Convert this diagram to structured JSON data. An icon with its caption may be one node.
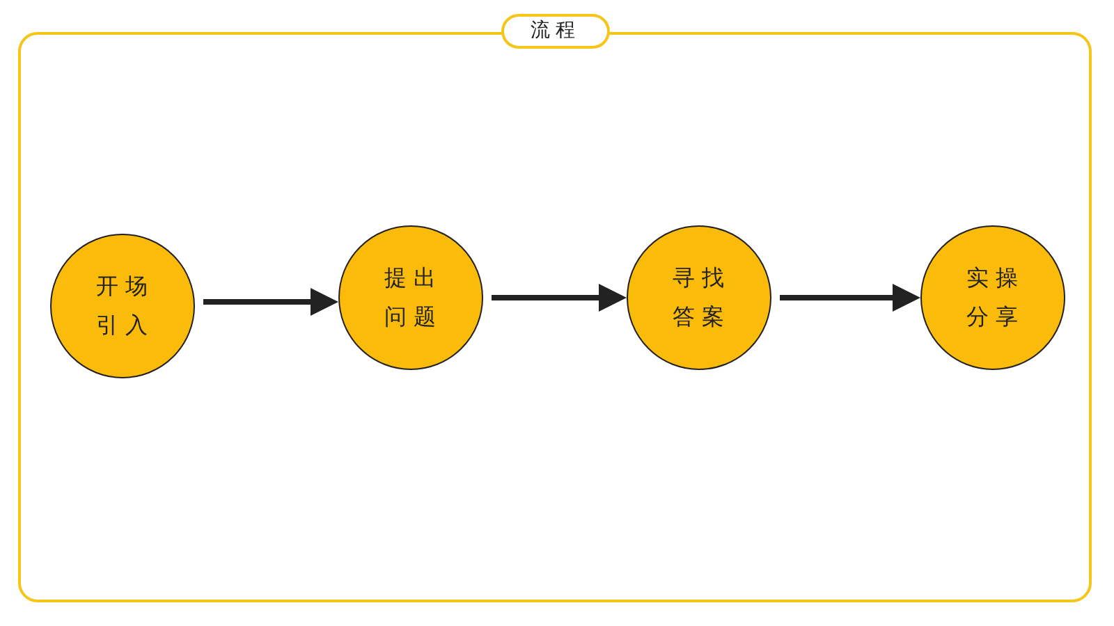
{
  "diagram": {
    "title": "流程",
    "nodes": [
      {
        "text": [
          "开场引入"
        ]
      },
      {
        "text": [
          "提出问题"
        ]
      },
      {
        "text": [
          "寻找答案"
        ]
      },
      {
        "text": [
          "实操分享"
        ]
      }
    ],
    "edges": [
      {
        "from": 0,
        "to": 1,
        "arrow": "to"
      },
      {
        "from": 1,
        "to": 2,
        "arrow": "to"
      },
      {
        "from": 2,
        "to": 3,
        "arrow": "to"
      }
    ]
  }
}
